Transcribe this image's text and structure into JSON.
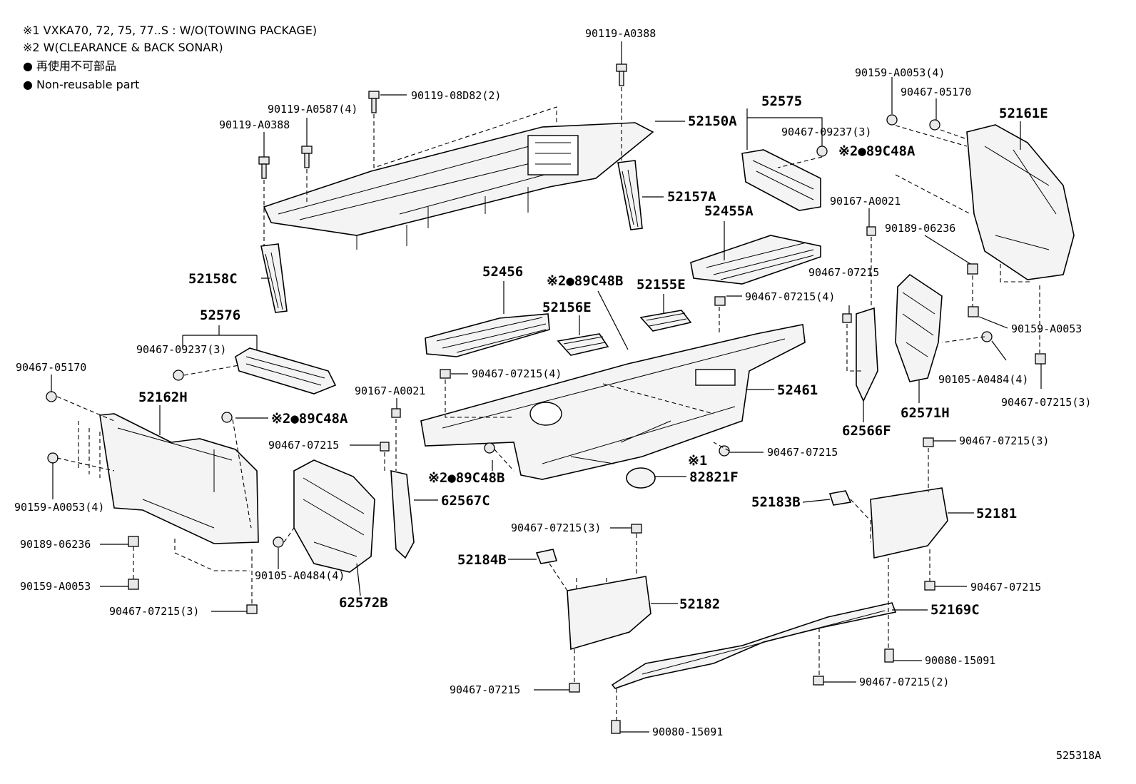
{
  "notes": [
    "※1 VXKA70, 72, 75, 77..S : W/O(TOWING PACKAGE)",
    "※2 W(CLEARANCE & BACK SONAR)",
    "● 再使用不可部品",
    "● Non-reusable part"
  ],
  "figure_id": "525318A",
  "callouts": {
    "c90119_A0388_top": "90119-A0388",
    "c90119_08D82": "90119-08D82(2)",
    "c90119_A0587": "90119-A0587(4)",
    "c90119_A0388_left": "90119-A0388",
    "c52150A": "52150A",
    "c52575": "52575",
    "c90467_09237_r": "90467-09237(3)",
    "c89C48A_r": "※2●89C48A",
    "c90159_A0053_4_r": "90159-A0053(4)",
    "c90467_05170_r": "90467-05170",
    "c52161E": "52161E",
    "c52157A": "52157A",
    "c90167_A0021_r": "90167-A0021",
    "c52455A": "52455A",
    "c90189_06236_r": "90189-06236",
    "c52158C": "52158C",
    "c52456": "52456",
    "c89C48B_top": "※2●89C48B",
    "c52155E": "52155E",
    "c52156E": "52156E",
    "c90467_07215_4_mid": "90467-07215(4)",
    "c90467_07215_r1": "90467-07215",
    "c90159_A0053_r": "90159-A0053",
    "c90105_A0484_r": "90105-A0484(4)",
    "c90467_07215_3_r1": "90467-07215(3)",
    "c52576": "52576",
    "c90467_09237_l": "90467-09237(3)",
    "c90467_05170_l": "90467-05170",
    "c52162H": "52162H",
    "c90167_A0021_l": "90167-A0021",
    "c90467_07215_4_c": "90467-07215(4)",
    "c52461": "52461",
    "c62566F": "62566F",
    "c62571H": "62571H",
    "c89C48A_l": "※2●89C48A",
    "c90467_07215_l": "90467-07215",
    "c90467_07215_c": "90467-07215",
    "c82821F_note": "※1",
    "c82821F": "82821F",
    "c90467_07215_3_r2": "90467-07215(3)",
    "c89C48B_bot": "※2●89C48B",
    "c62567C": "62567C",
    "c90159_A0053_4_l": "90159-A0053(4)",
    "c52183B": "52183B",
    "c52181": "52181",
    "c90467_07215_3_c": "90467-07215(3)",
    "c90189_06236_l": "90189-06236",
    "c52184B": "52184B",
    "c90105_A0484_l": "90105-A0484(4)",
    "c90159_A0053_l": "90159-A0053",
    "c52182": "52182",
    "c90467_07215_r2": "90467-07215",
    "c62572B": "62572B",
    "c90467_07215_3_l": "90467-07215(3)",
    "c52169C": "52169C",
    "c90080_15091_r": "90080-15091",
    "c90467_07215_b": "90467-07215",
    "c90467_07215_2": "90467-07215(2)",
    "c90080_15091_b": "90080-15091"
  }
}
